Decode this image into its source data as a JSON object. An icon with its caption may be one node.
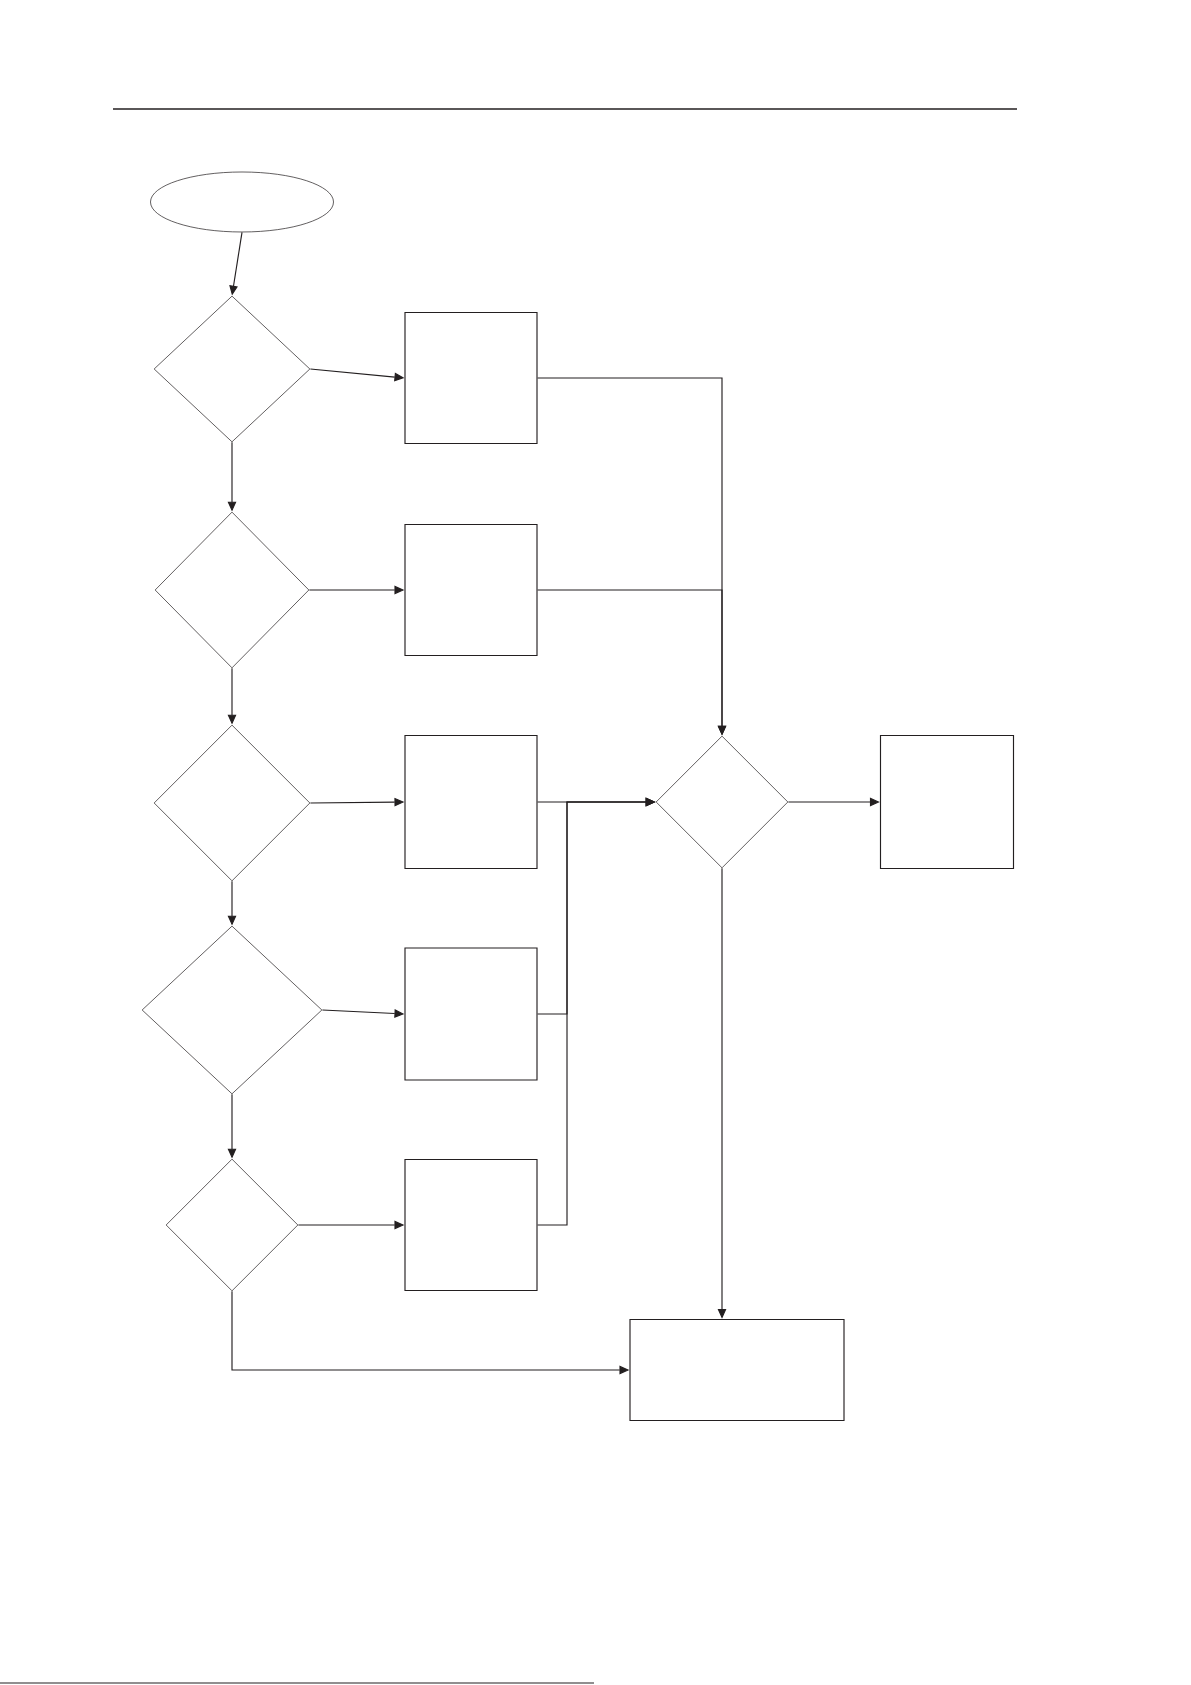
{
  "diagram": {
    "nodes": [
      {
        "text": [],
        "shape": "ellipse"
      },
      {
        "text": [],
        "shape": "diamond"
      },
      {
        "text": [],
        "shape": "box"
      },
      {
        "text": [],
        "shape": "diamond"
      },
      {
        "text": [],
        "shape": "box"
      },
      {
        "text": [],
        "shape": "diamond"
      },
      {
        "text": [],
        "shape": "box"
      },
      {
        "text": [],
        "shape": "diamond"
      },
      {
        "text": [],
        "shape": "box"
      },
      {
        "text": [],
        "shape": "diamond"
      },
      {
        "text": [],
        "shape": "box"
      },
      {
        "text": [],
        "shape": "diamond"
      },
      {
        "text": [],
        "shape": "box"
      },
      {
        "text": [],
        "shape": "box"
      }
    ],
    "edges": [
      {
        "from": 0,
        "to": 1,
        "arrow": "to"
      },
      {
        "from": 1,
        "to": 2,
        "arrow": "to"
      },
      {
        "from": 1,
        "to": 3,
        "arrow": "to"
      },
      {
        "from": 3,
        "to": 4,
        "arrow": "to"
      },
      {
        "from": 3,
        "to": 5,
        "arrow": "to"
      },
      {
        "from": 5,
        "to": 6,
        "arrow": "to"
      },
      {
        "from": 5,
        "to": 9,
        "arrow": "to"
      },
      {
        "from": 9,
        "to": 10,
        "arrow": "to"
      },
      {
        "from": 9,
        "to": 11,
        "arrow": "to"
      },
      {
        "from": 11,
        "to": 12,
        "arrow": "to"
      },
      {
        "from": 11,
        "to": 13,
        "arrow": "to"
      },
      {
        "from": 2,
        "to": 7,
        "arrow": "to"
      },
      {
        "from": 4,
        "to": 7,
        "arrow": "to"
      },
      {
        "from": 6,
        "to": 7,
        "arrow": "to"
      },
      {
        "from": 10,
        "to": 7,
        "arrow": "to"
      },
      {
        "from": 12,
        "to": 7,
        "arrow": "to"
      },
      {
        "from": 7,
        "to": 8,
        "arrow": "to"
      },
      {
        "from": 7,
        "to": 13,
        "arrow": "to"
      }
    ]
  }
}
